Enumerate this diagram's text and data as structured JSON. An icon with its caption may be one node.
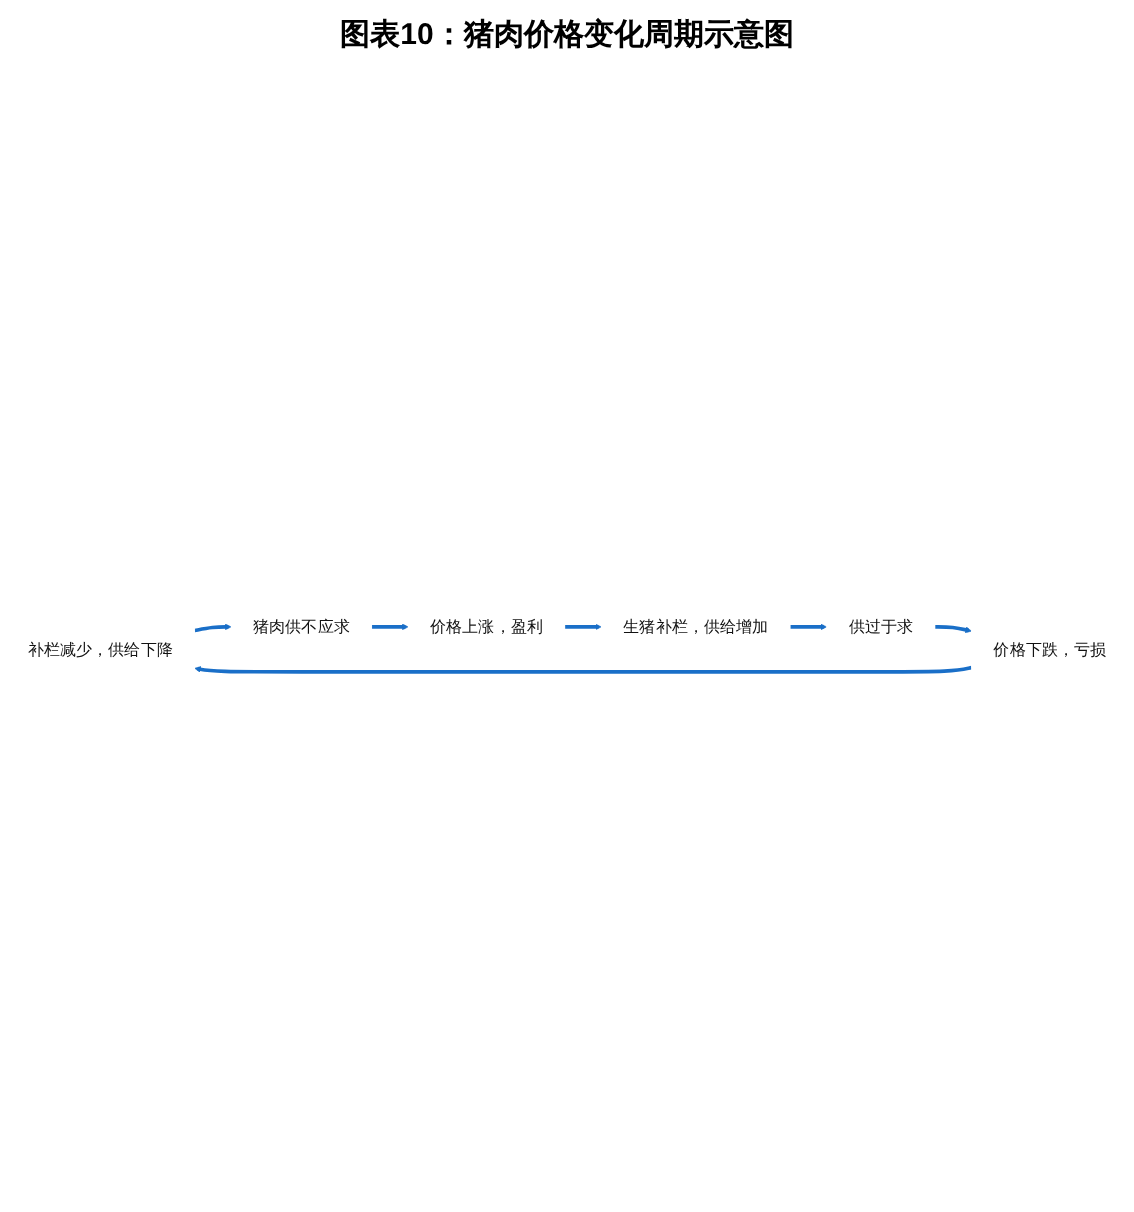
{
  "diagram": {
    "title": "图表10：猪肉价格变化周期示意图",
    "nodes": [
      {
        "text": [
          "补栏减少，供给下降"
        ]
      },
      {
        "text": [
          "猪肉供不应求"
        ]
      },
      {
        "text": [
          "价格上涨，盈利"
        ]
      },
      {
        "text": [
          "生猪补栏，供给增加"
        ]
      },
      {
        "text": [
          "供过于求"
        ]
      },
      {
        "text": [
          "价格下跌，亏损"
        ]
      }
    ],
    "edges": [
      {
        "from": 0,
        "to": 1,
        "arrow": "to"
      },
      {
        "from": 1,
        "to": 2,
        "arrow": "to"
      },
      {
        "from": 2,
        "to": 3,
        "arrow": "to"
      },
      {
        "from": 3,
        "to": 4,
        "arrow": "to"
      },
      {
        "from": 4,
        "to": 5,
        "arrow": "to"
      },
      {
        "from": 5,
        "to": 0,
        "arrow": "to"
      }
    ]
  }
}
